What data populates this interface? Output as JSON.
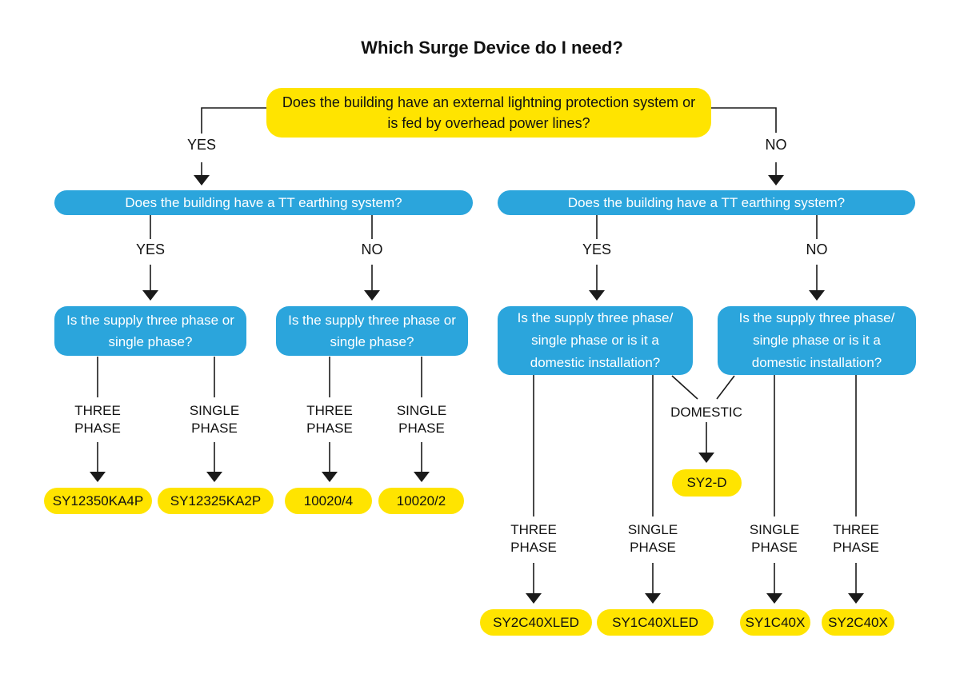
{
  "title": "Which Surge Device do I need?",
  "colors": {
    "yellow": "#ffe400",
    "blue": "#2ba5dc",
    "line": "#1a1a1a",
    "background": "#ffffff"
  },
  "labels": {
    "yes": "YES",
    "no": "NO",
    "three_phase": "THREE PHASE",
    "single_phase": "SINGLE PHASE",
    "domestic": "DOMESTIC"
  },
  "questions": {
    "root": "Does the building have an external lightning protection system or is fed by overhead power lines?",
    "tt": "Does the building have a TT earthing system?",
    "supply": "Is the supply three phase or single phase?",
    "supply_domestic": "Is the supply three phase/ single phase or is it a domestic installation?"
  },
  "products": {
    "sy12350ka4p": "SY12350KA4P",
    "sy12325ka2p": "SY12325KA2P",
    "p10020_4": "10020/4",
    "p10020_2": "10020/2",
    "sy2_d": "SY2-D",
    "sy2c40xled": "SY2C40XLED",
    "sy1c40xled": "SY1C40XLED",
    "sy1c40x": "SY1C40X",
    "sy2c40x": "SY2C40X"
  }
}
